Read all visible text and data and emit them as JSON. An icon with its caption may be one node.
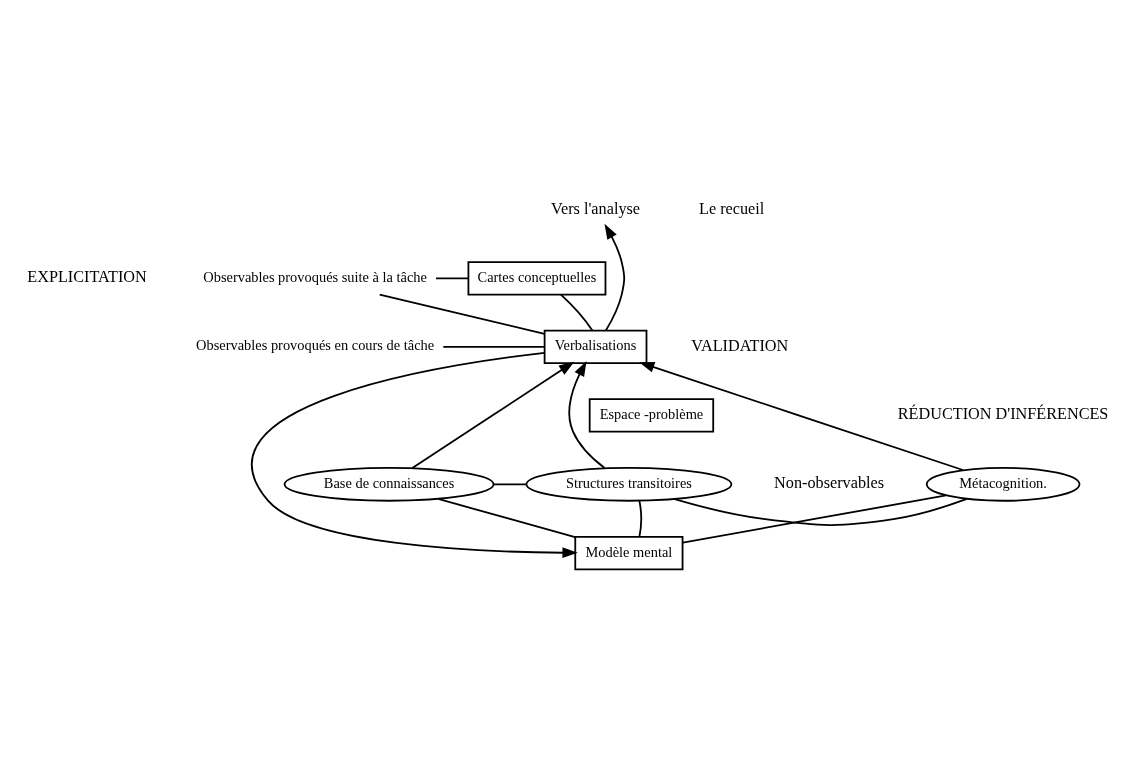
{
  "diagram": {
    "nodes": [
      {
        "text": [
          "Cartes conceptuelles"
        ]
      },
      {
        "text": [
          "Verbalisations"
        ]
      },
      {
        "text": [
          "Observables provoqués suite à la tâche"
        ]
      },
      {
        "text": [
          "Observables provoqués en cours de tâche"
        ]
      },
      {
        "text": [
          "Vers l'analyse"
        ]
      },
      {
        "text": [
          "Espace -problème"
        ]
      },
      {
        "text": [
          "Base de connaissances"
        ]
      },
      {
        "text": [
          "Structures transitoires"
        ]
      },
      {
        "text": [
          "Métacognition."
        ]
      },
      {
        "text": [
          "Modèle mental"
        ]
      }
    ],
    "edges": [
      {
        "from": 2,
        "to": 0,
        "arrow": "none"
      },
      {
        "from": 2,
        "to": 1,
        "arrow": "none"
      },
      {
        "from": 3,
        "to": 1,
        "arrow": "none"
      },
      {
        "from": 1,
        "to": 4,
        "arrow": "to"
      },
      {
        "from": 6,
        "to": 1,
        "arrow": "to"
      },
      {
        "from": 7,
        "to": 1,
        "arrow": "to"
      },
      {
        "from": 8,
        "to": 1,
        "arrow": "to"
      },
      {
        "from": 6,
        "to": 7,
        "arrow": "none"
      },
      {
        "from": 7,
        "to": 8,
        "arrow": "none"
      },
      {
        "from": 9,
        "to": 6,
        "arrow": "none"
      },
      {
        "from": 9,
        "to": 7,
        "arrow": "none"
      },
      {
        "from": 9,
        "to": 8,
        "arrow": "none"
      },
      {
        "from": 0,
        "to": 1,
        "arrow": "none"
      },
      {
        "from": 1,
        "to": 9,
        "arrow": "to"
      }
    ],
    "labels": [
      "Le recueil",
      "EXPLICITATION",
      "VALIDATION",
      "RÉDUCTION D'INFÉRENCES",
      "Non-observables"
    ]
  }
}
